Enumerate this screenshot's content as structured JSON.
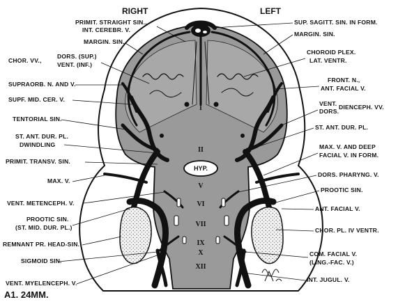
{
  "header": {
    "right": "RIGHT",
    "left": "LEFT"
  },
  "caption": {
    "figure_label": "A1. 24MM."
  },
  "signature": "",
  "labels_left": [
    "PRIMIT. STRAIGHT SIN.,",
    "INT. CEREBR. V.",
    "MARGIN. SIN.",
    "CHOR. VV.,",
    "DORS. (SUP.)",
    "VENT. (INF.)",
    "SUPRAORB. N. AND V.",
    "SUPF. MID. CER. V.",
    "TENTORIAL SIN.",
    "ST. ANT. DUR. PL.",
    "DWINDLING",
    "PRIMIT. TRANSV. SIN.",
    "MAX. V.",
    "VENT. METENCEPH. V.",
    "PROOTIC SIN.",
    "(ST. MID. DUR. PL.)",
    "REMNANT PR. HEAD-SIN.",
    "SIGMOID SIN.",
    "VENT. MYELENCEPH. V."
  ],
  "labels_right": [
    "SUP. SAGITT. SIN. IN FORM.",
    "MARGIN. SIN.",
    "CHOROID PLEX.",
    "LAT. VENTR.",
    "FRONT. N.,",
    "ANT. FACIAL V.",
    "VENT.",
    "DORS.",
    "DIENCEPH. VV.",
    "ST. ANT. DUR. PL.",
    "MAX. V. AND DEEP",
    "FACIAL V. IN FORM.",
    "DORS. PHARYNG. V.",
    "PROOTIC SIN.",
    "ANT. FACIAL V.",
    "CHOR. PL. IV VENTR.",
    "COM. FACIAL V.",
    "(LING.-FAC. V.)",
    "INT. JUGUL. V."
  ],
  "center": {
    "hyp": "HYP.",
    "romans": [
      "I",
      "II",
      "V",
      "VI",
      "VII",
      "IX",
      "X",
      "XII"
    ]
  }
}
